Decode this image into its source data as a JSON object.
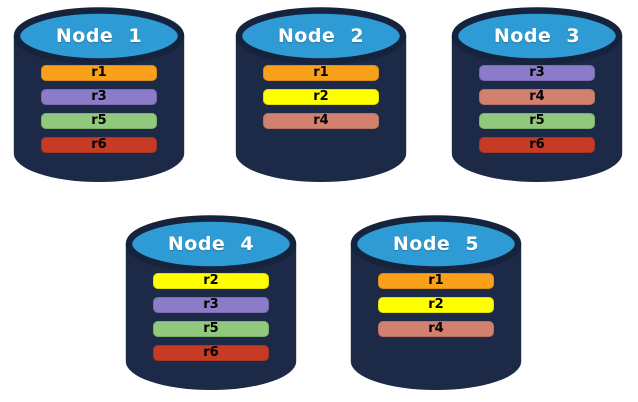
{
  "nodes": [
    {
      "title": "Node 1",
      "replicas": [
        {
          "label": "r1",
          "color": "#F9A11B"
        },
        {
          "label": "r3",
          "color": "#8A7CC9"
        },
        {
          "label": "r5",
          "color": "#90C97E"
        },
        {
          "label": "r6",
          "color": "#C53B26"
        }
      ]
    },
    {
      "title": "Node 2",
      "replicas": [
        {
          "label": "r1",
          "color": "#F9A11B"
        },
        {
          "label": "r2",
          "color": "#FFFF00"
        },
        {
          "label": "r4",
          "color": "#D3816F"
        }
      ]
    },
    {
      "title": "Node 3",
      "replicas": [
        {
          "label": "r3",
          "color": "#8A7CC9"
        },
        {
          "label": "r4",
          "color": "#D3816F"
        },
        {
          "label": "r5",
          "color": "#90C97E"
        },
        {
          "label": "r6",
          "color": "#C53B26"
        }
      ]
    },
    {
      "title": "Node 4",
      "replicas": [
        {
          "label": "r2",
          "color": "#FFFF00"
        },
        {
          "label": "r3",
          "color": "#8A7CC9"
        },
        {
          "label": "r5",
          "color": "#90C97E"
        },
        {
          "label": "r6",
          "color": "#C53B26"
        }
      ]
    },
    {
      "title": "Node 5",
      "replicas": [
        {
          "label": "r1",
          "color": "#F9A11B"
        },
        {
          "label": "r2",
          "color": "#FFFF00"
        },
        {
          "label": "r4",
          "color": "#D3816F"
        }
      ]
    }
  ],
  "colors": {
    "page_background": "#FFFFFF",
    "cylinder_body": "#1C2947",
    "cylinder_top": "#2F9BD4",
    "cylinder_outline": "#16233C",
    "node_title_text": "#FFFFFF",
    "replica_label_text": "#000000"
  }
}
